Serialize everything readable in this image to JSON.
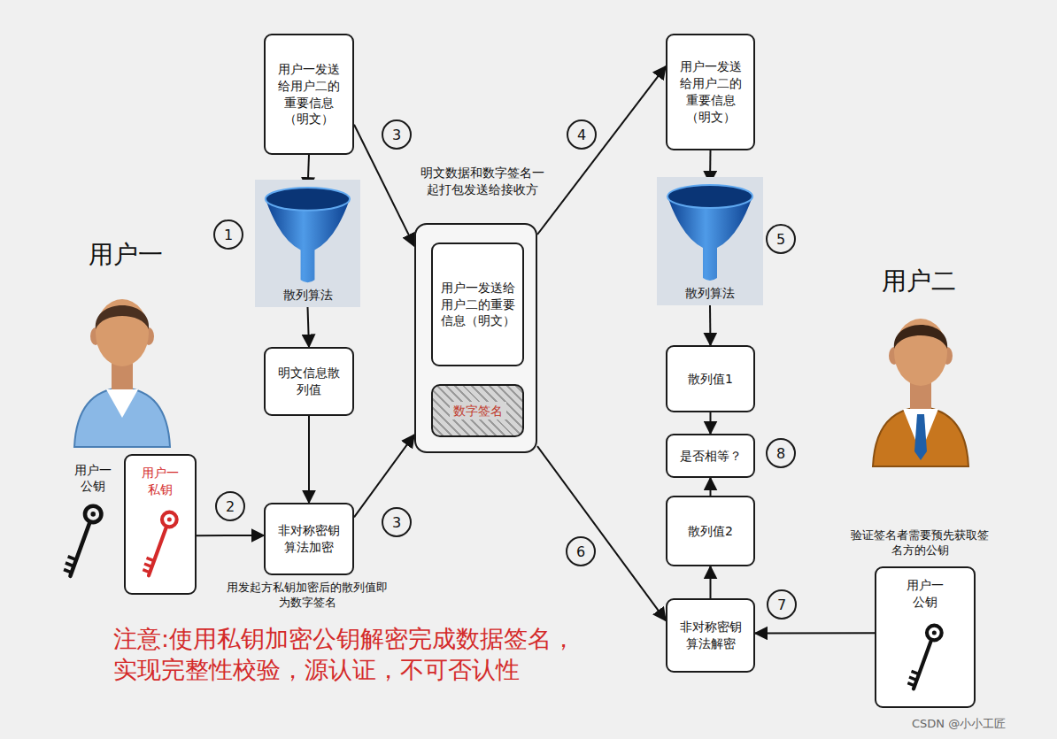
{
  "diagram": {
    "nodes": [
      {
        "text": [
          "用户一发送给用户二的重要信息（明文）"
        ]
      },
      {
        "text": [
          "散列算法"
        ]
      },
      {
        "text": [
          "明文信息散列值"
        ]
      },
      {
        "text": [
          "非对称密钥算法加密"
        ]
      },
      {
        "text": [
          "明文数据和数字签名一起打包发送给接收方"
        ]
      },
      {
        "text": [
          "用户一发送给用户二的重要信息（明文）"
        ],
        "in": 4
      },
      {
        "text": [
          "数字签名"
        ],
        "in": 4
      },
      {
        "text": [
          "用户一发送给用户二的重要信息（明文）"
        ]
      },
      {
        "text": [
          "散列算法"
        ]
      },
      {
        "text": [
          "散列值1"
        ]
      },
      {
        "text": [
          "是否相等？"
        ]
      },
      {
        "text": [
          "散列值2"
        ]
      },
      {
        "text": [
          "非对称密钥算法解密"
        ]
      },
      {
        "text": [
          "用户一公钥"
        ]
      },
      {
        "text": [
          "用户一私钥"
        ]
      }
    ],
    "edges": [
      {
        "from": 0,
        "to": 1,
        "arrow": "to"
      },
      {
        "from": 1,
        "to": 2,
        "arrow": "to"
      },
      {
        "from": 2,
        "to": 3,
        "arrow": "to"
      },
      {
        "from": 14,
        "to": 3,
        "arrow": "to"
      },
      {
        "from": 0,
        "to": 4,
        "arrow": "to"
      },
      {
        "from": 3,
        "to": 4,
        "arrow": "to"
      },
      {
        "from": 4,
        "to": 7,
        "arrow": "to"
      },
      {
        "from": 7,
        "to": 8,
        "arrow": "to"
      },
      {
        "from": 8,
        "to": 9,
        "arrow": "to"
      },
      {
        "from": 9,
        "to": 10,
        "arrow": "to"
      },
      {
        "from": 11,
        "to": 10,
        "arrow": "to"
      },
      {
        "from": 12,
        "to": 11,
        "arrow": "to"
      },
      {
        "from": 4,
        "to": 12,
        "arrow": "to"
      },
      {
        "from": 13,
        "to": 12,
        "arrow": "to"
      }
    ],
    "labels": [
      "用户一",
      "用户二",
      "用户一公钥",
      "1",
      "2",
      "3",
      "3",
      "4",
      "5",
      "6",
      "7",
      "8",
      "用发起方私钥加密后的散列值即为数字签名",
      "验证签名者需要预先获取签名方的公钥",
      "注意:使用私钥加密公钥解密完成数据签名， 实现完整性校验，源认证，不可否认性",
      "CSDN @小小工匠"
    ]
  }
}
